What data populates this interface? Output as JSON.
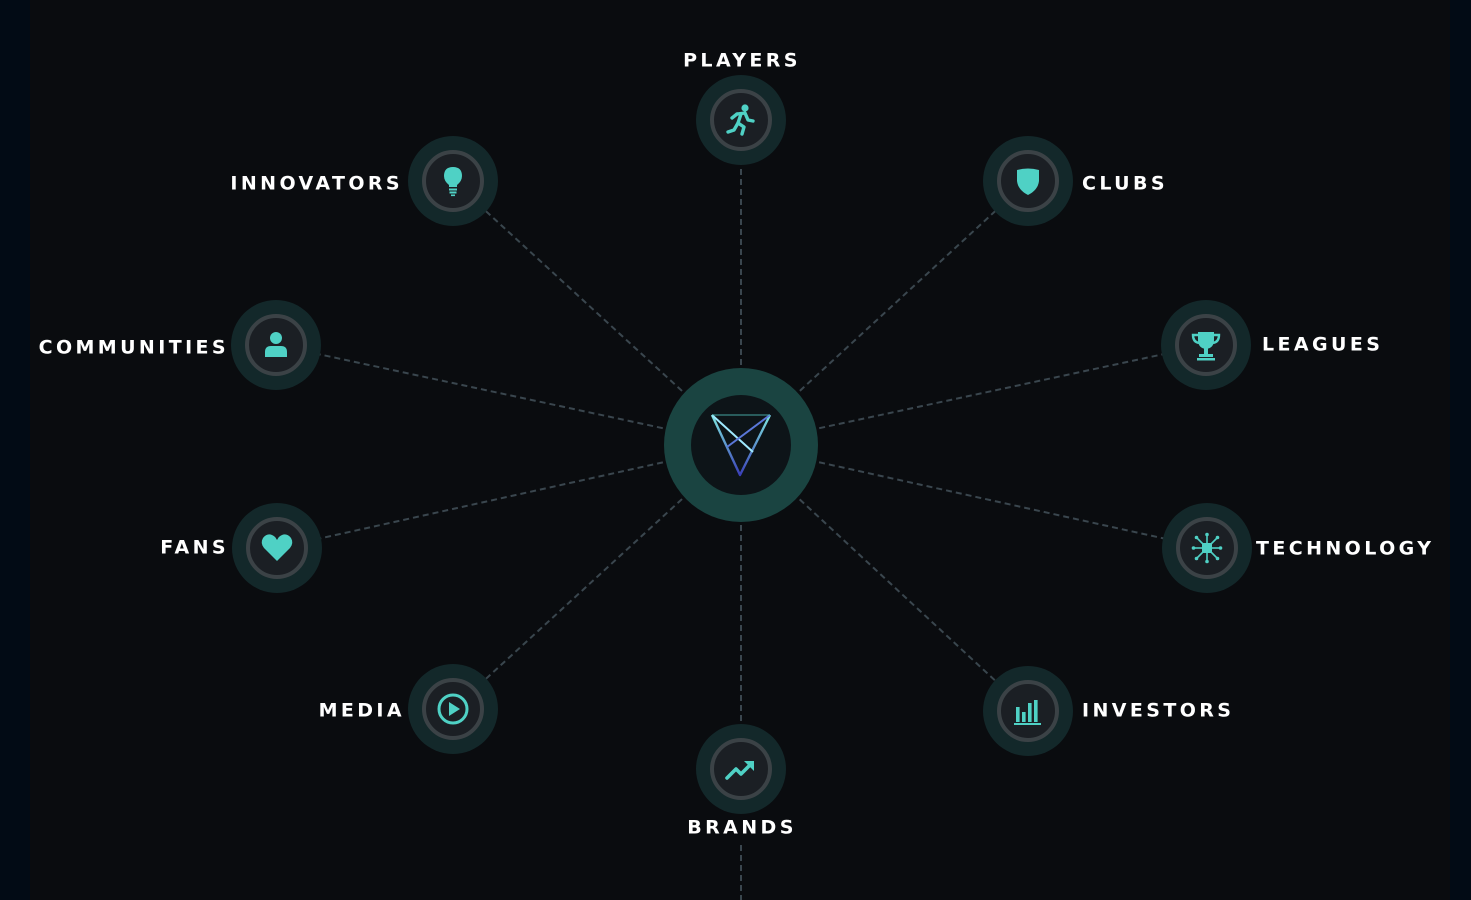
{
  "diagram": {
    "hub": {
      "icon": "v-logo"
    },
    "nodes": [
      {
        "id": "players",
        "label": "PLAYERS",
        "icon": "runner-icon"
      },
      {
        "id": "clubs",
        "label": "CLUBS",
        "icon": "shield-icon"
      },
      {
        "id": "leagues",
        "label": "LEAGUES",
        "icon": "trophy-icon"
      },
      {
        "id": "technology",
        "label": "TECHNOLOGY",
        "icon": "chip-icon"
      },
      {
        "id": "investors",
        "label": "INVESTORS",
        "icon": "bar-chart-icon"
      },
      {
        "id": "brands",
        "label": "BRANDS",
        "icon": "trend-up-icon"
      },
      {
        "id": "media",
        "label": "MEDIA",
        "icon": "play-icon"
      },
      {
        "id": "fans",
        "label": "FANS",
        "icon": "heart-icon"
      },
      {
        "id": "communities",
        "label": "COMMUNITIES",
        "icon": "person-icon"
      },
      {
        "id": "innovators",
        "label": "INNOVATORS",
        "icon": "lightbulb-icon"
      }
    ]
  },
  "colors": {
    "accent": "#4fd1c5",
    "background": "#0a0c0f",
    "node_ring": "#3b4246",
    "hub_ring": "#1a4441"
  }
}
